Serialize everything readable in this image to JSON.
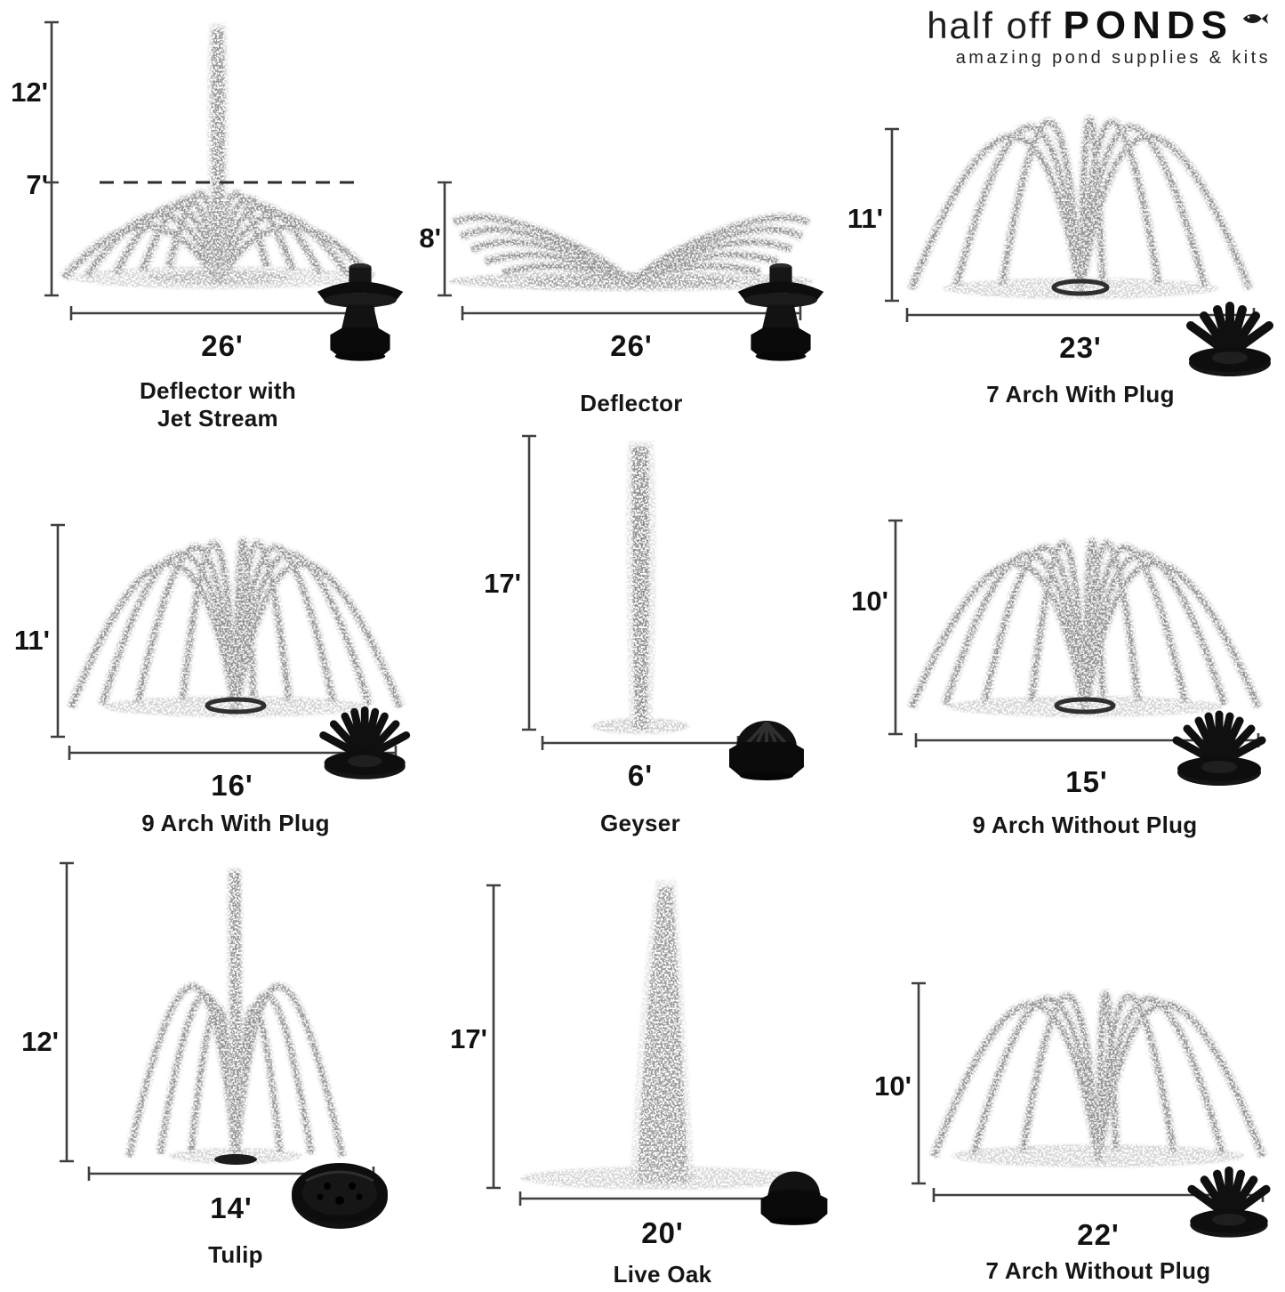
{
  "logo": {
    "brand_light": "half off",
    "brand_bold": "PONDS",
    "tagline": "amazing pond supplies & kits"
  },
  "fountains": [
    {
      "name_lines": [
        "Deflector with",
        "Jet Stream"
      ],
      "height": "12'",
      "height_mid": "7'",
      "width": "26'"
    },
    {
      "name_lines": [
        "Deflector"
      ],
      "height": "8'",
      "width": "26'"
    },
    {
      "name_lines": [
        "7 Arch With Plug"
      ],
      "height": "11'",
      "width": "23'"
    },
    {
      "name_lines": [
        "9 Arch With Plug"
      ],
      "height": "11'",
      "width": "16'"
    },
    {
      "name_lines": [
        "Geyser"
      ],
      "height": "17'",
      "width": "6'"
    },
    {
      "name_lines": [
        "9 Arch Without Plug"
      ],
      "height": "10'",
      "width": "15'"
    },
    {
      "name_lines": [
        "Tulip"
      ],
      "height": "12'",
      "width": "14'"
    },
    {
      "name_lines": [
        "Live Oak"
      ],
      "height": "17'",
      "width": "20'"
    },
    {
      "name_lines": [
        "7 Arch Without Plug"
      ],
      "height": "10'",
      "width": "22'"
    }
  ]
}
